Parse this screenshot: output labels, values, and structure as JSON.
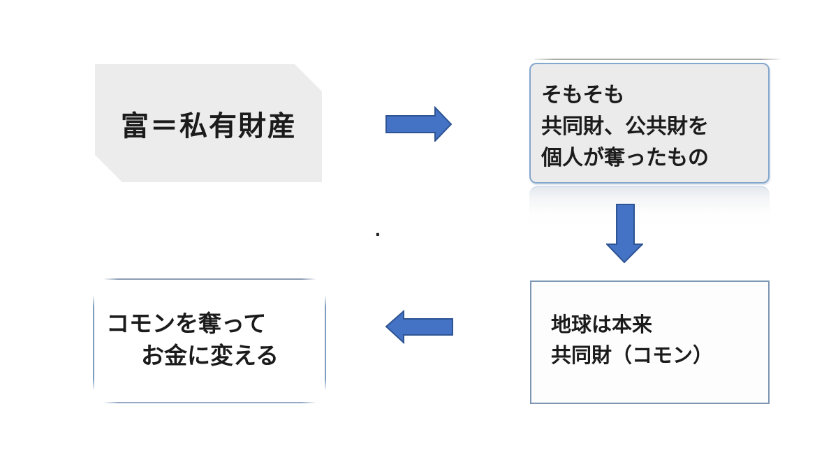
{
  "diagram": {
    "background": "#ffffff",
    "text_color": "#1b1b1b",
    "colors": {
      "arrow_fill": "#4472c4",
      "arrow_stroke": "#2e5493",
      "gray_node_fill": "#ececec",
      "rounded_node_border": "#84a7cd",
      "earth_node_border": "#7d96b3",
      "common_node_border": "#7e9cbf"
    },
    "nodes": {
      "wealth": {
        "label": "富＝私有財産"
      },
      "origin": {
        "lines": [
          "そもそも",
          "共同財、公共財を",
          "個人が奪ったもの"
        ]
      },
      "earth": {
        "lines": [
          "地球は本来",
          "共同財（コモン）"
        ]
      },
      "common": {
        "lines": [
          "コモンを奪って",
          "お金に変える"
        ]
      }
    },
    "arrows": [
      {
        "name": "arrow-right",
        "direction": "right"
      },
      {
        "name": "arrow-down",
        "direction": "down"
      },
      {
        "name": "arrow-left",
        "direction": "left"
      }
    ],
    "stray_dot": "."
  }
}
